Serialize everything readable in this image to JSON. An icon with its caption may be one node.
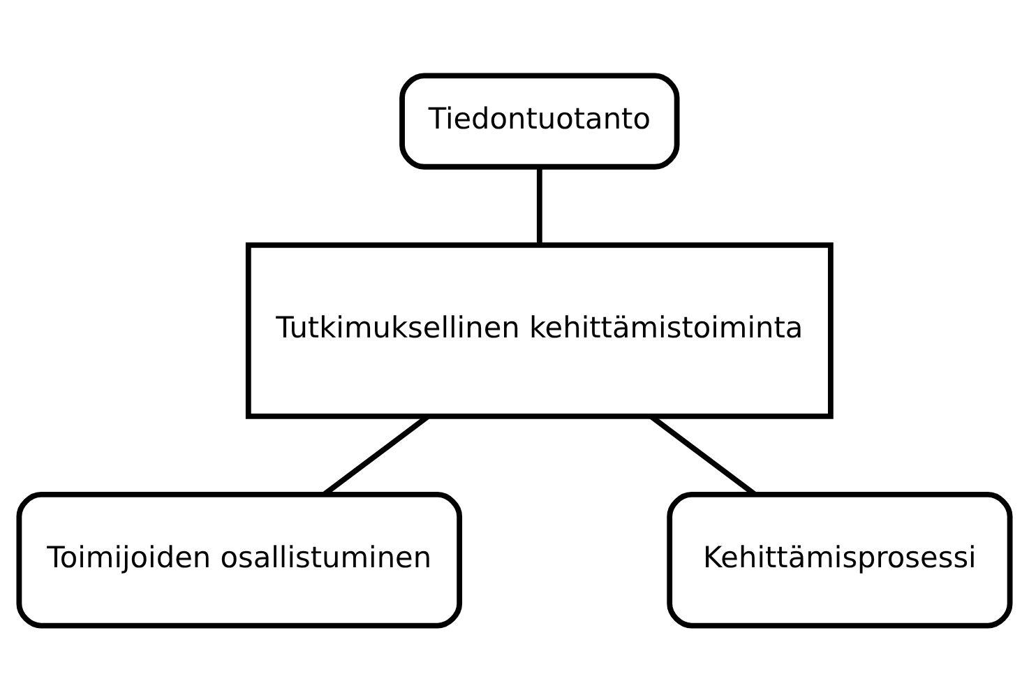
{
  "diagram": {
    "nodes": [
      {
        "text": [
          "Tiedontuotanto"
        ]
      },
      {
        "text": [
          "Tutkimuksellinen kehittämistoiminta"
        ]
      },
      {
        "text": [
          "Toimijoiden osallistuminen"
        ]
      },
      {
        "text": [
          "Kehittämisprosessi"
        ]
      }
    ],
    "edges": [
      {
        "from": 0,
        "to": 1,
        "arrow": "none"
      },
      {
        "from": 1,
        "to": 2,
        "arrow": "none"
      },
      {
        "from": 1,
        "to": 3,
        "arrow": "none"
      }
    ]
  }
}
